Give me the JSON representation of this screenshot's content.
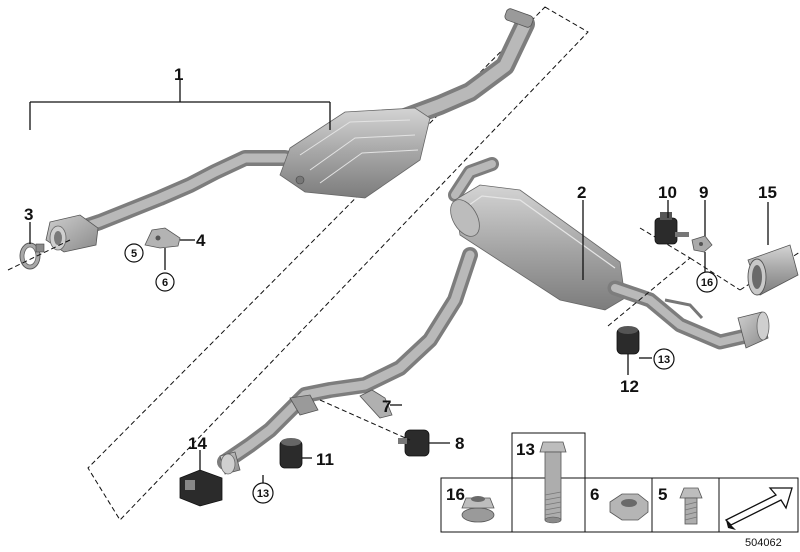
{
  "callouts": {
    "c1": "1",
    "c2": "2",
    "c3": "3",
    "c4": "4",
    "c5": "5",
    "c6": "6",
    "c7": "7",
    "c8": "8",
    "c9": "9",
    "c10": "10",
    "c11": "11",
    "c12": "12",
    "c13a": "13",
    "c13b": "13",
    "c14": "14",
    "c15": "15",
    "c16": "16"
  },
  "parts_table": {
    "cell_16": "16",
    "cell_13": "13",
    "cell_6": "6",
    "cell_5": "5"
  },
  "reference_number": "504062",
  "colors": {
    "pipe_outer": "#7d7d7d",
    "pipe_inner": "#b9b9b9",
    "part_fill": "#9a9a9a",
    "rubber_fill": "#2b2b2b",
    "line": "#111111"
  }
}
